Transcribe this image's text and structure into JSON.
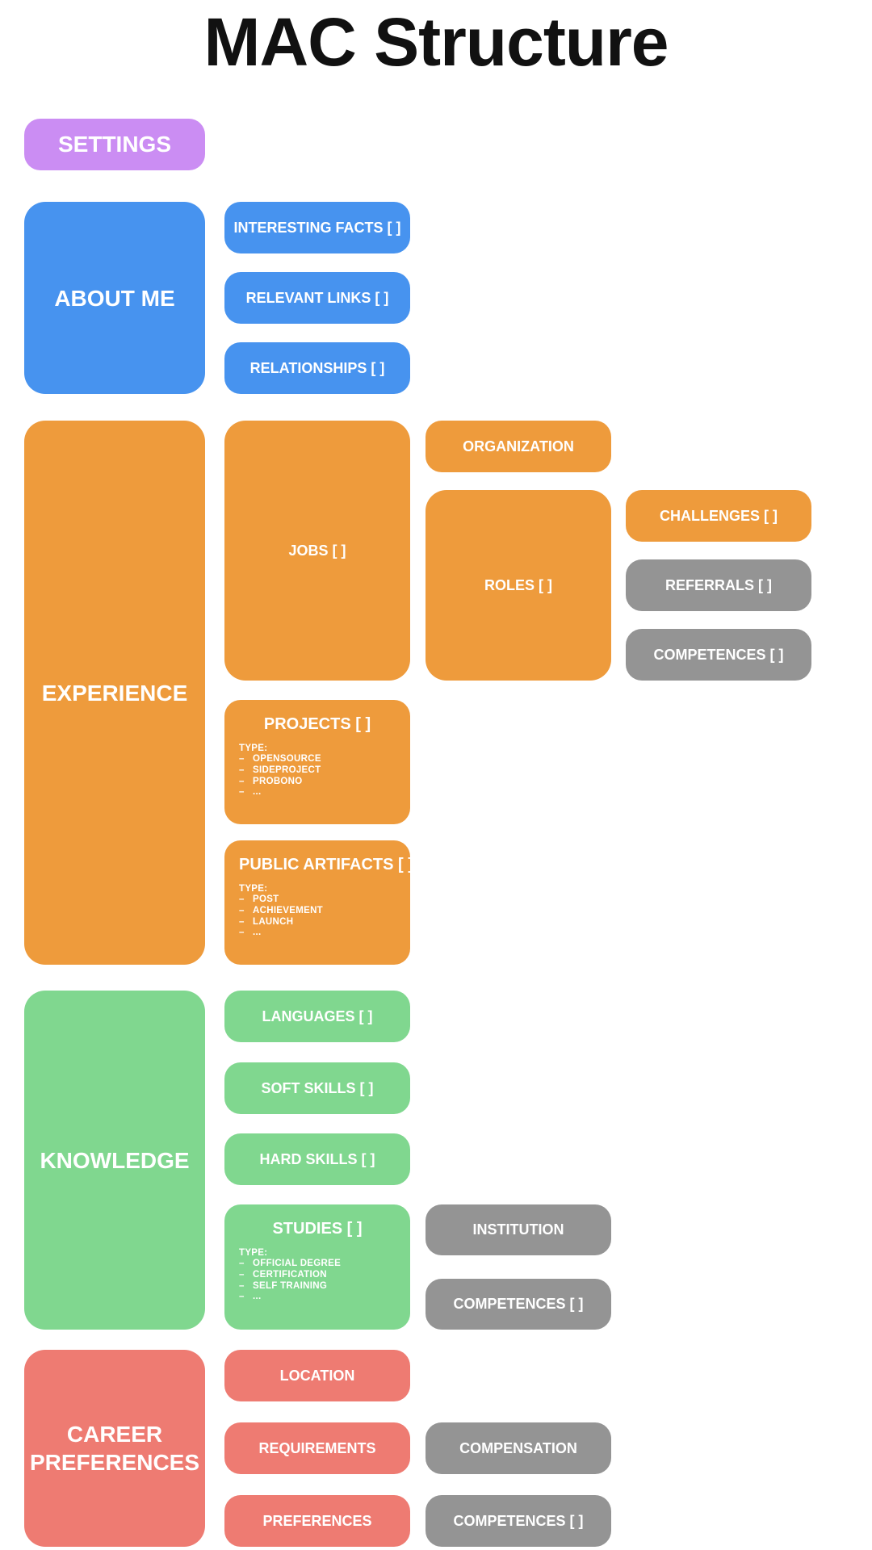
{
  "title": "MAC Structure",
  "palette": {
    "background": "#ffffff",
    "title": "#111111",
    "label": "#ffffff",
    "purple": "#cb8df3",
    "blue": "#4793ef",
    "orange": "#ee9b3c",
    "green": "#80d78f",
    "salmon": "#ee7b72",
    "gray": "#949494"
  },
  "settings": {
    "label": "SETTINGS"
  },
  "about_me": {
    "label": "ABOUT ME",
    "interesting_facts": "INTERESTING FACTS [ ]",
    "relevant_links": "RELEVANT LINKS [ ]",
    "relationships": "RELATIONSHIPS [ ]"
  },
  "experience": {
    "label": "EXPERIENCE",
    "jobs": {
      "label": "JOBS [ ]",
      "organization": "ORGANIZATION",
      "roles": {
        "label": "ROLES [ ]",
        "challenges": "CHALLENGES [ ]",
        "referrals": "REFERRALS [ ]",
        "competences": "COMPETENCES [ ]"
      }
    },
    "projects": {
      "label": "PROJECTS [ ]",
      "type_heading": "TYPE:",
      "types": [
        "OPENSOURCE",
        "SIDEPROJECT",
        "PROBONO",
        "..."
      ]
    },
    "public_artifacts": {
      "label": "PUBLIC ARTIFACTS [ ]",
      "type_heading": "TYPE:",
      "types": [
        "POST",
        "ACHIEVEMENT",
        "LAUNCH",
        "..."
      ]
    }
  },
  "knowledge": {
    "label": "KNOWLEDGE",
    "languages": "LANGUAGES [ ]",
    "soft_skills": "SOFT SKILLS [ ]",
    "hard_skills": "HARD SKILLS [ ]",
    "studies": {
      "label": "STUDIES [ ]",
      "type_heading": "TYPE:",
      "types": [
        "OFFICIAL DEGREE",
        "CERTIFICATION",
        "SELF TRAINING",
        "..."
      ],
      "institution": "INSTITUTION",
      "competences": "COMPETENCES [ ]"
    }
  },
  "career_preferences": {
    "label": "CAREER PREFERENCES",
    "location": "LOCATION",
    "requirements": "REQUIREMENTS",
    "preferences": "PREFERENCES",
    "compensation": "COMPENSATION",
    "competences": "COMPETENCES [ ]"
  }
}
